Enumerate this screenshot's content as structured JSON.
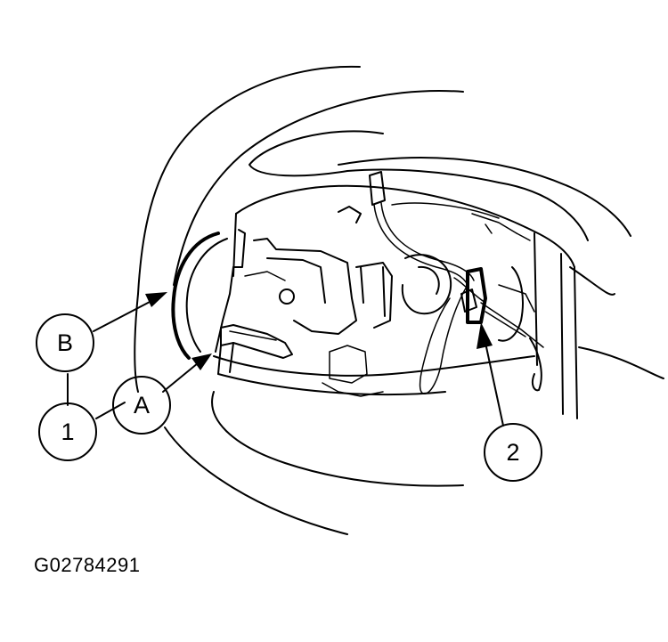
{
  "callouts": {
    "b": "B",
    "one": "1",
    "a": "A",
    "two": "2"
  },
  "figure_id": "G02784291"
}
